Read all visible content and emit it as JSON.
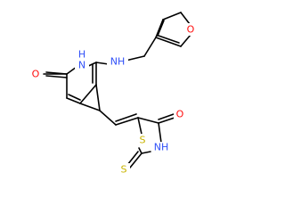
{
  "molecule": {
    "atoms": [
      {
        "id": "o_furan",
        "label": "O",
        "color": "#ff0d0d"
      },
      {
        "id": "o_pyridone",
        "label": "O",
        "color": "#ff0d0d"
      },
      {
        "id": "nh_ring",
        "label": "NH",
        "color": "#3050f8"
      },
      {
        "id": "h_ring",
        "label": "H",
        "color": "#3050f8"
      },
      {
        "id": "nh_amine",
        "label": "NH",
        "color": "#3050f8"
      },
      {
        "id": "h_amine",
        "label": "H",
        "color": "#3050f8"
      },
      {
        "id": "s_ring",
        "label": "S",
        "color": "#c8b400"
      },
      {
        "id": "o_thiazolidine",
        "label": "O",
        "color": "#ff0d0d"
      },
      {
        "id": "nh_thiazolidine",
        "label": "NH",
        "color": "#3050f8"
      },
      {
        "id": "h_thiazolidine",
        "label": "H",
        "color": "#3050f8"
      },
      {
        "id": "s_thione",
        "label": "S",
        "color": "#c8b400"
      }
    ]
  }
}
